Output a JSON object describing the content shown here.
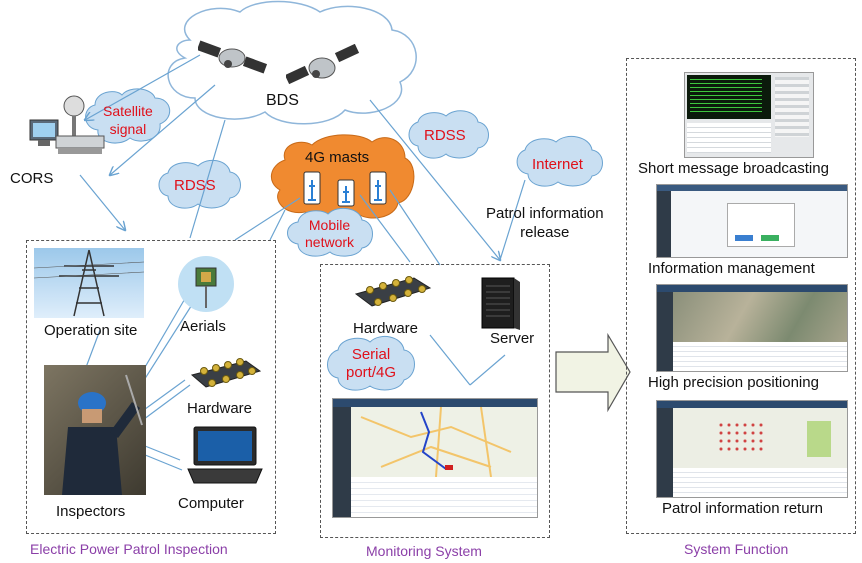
{
  "bds": {
    "label": "BDS"
  },
  "clouds": {
    "satellite_signal": "Satellite\nsignal",
    "rdss_left": "RDSS",
    "rdss_right": "RDSS",
    "internet": "Internet",
    "serial_port": "Serial\nport/4G",
    "mobile_network": "Mobile\nnetwork"
  },
  "cors": {
    "label": "CORS"
  },
  "masts": {
    "label": "4G masts"
  },
  "patrol_release": {
    "label": "Patrol information\nrelease"
  },
  "inspection": {
    "operation_site": "Operation site",
    "aerials": "Aerials",
    "hardware": "Hardware",
    "inspectors": "Inspectors",
    "computer": "Computer",
    "caption": "Electric Power Patrol Inspection"
  },
  "monitoring": {
    "hardware": "Hardware",
    "server": "Server",
    "caption": "Monitoring System"
  },
  "functions": {
    "items": [
      "Short message broadcasting",
      "Information management",
      "High precision positioning",
      "Patrol information return"
    ],
    "caption": "System Function"
  },
  "colors": {
    "cloud_fill": "#c9dff2",
    "cloud_stroke": "#6aa3d1",
    "masts_fill": "#f08a30",
    "red_text": "#e0101a",
    "caption_purple": "#8b3fa8",
    "arrow_fill": "#f1f3e4"
  }
}
